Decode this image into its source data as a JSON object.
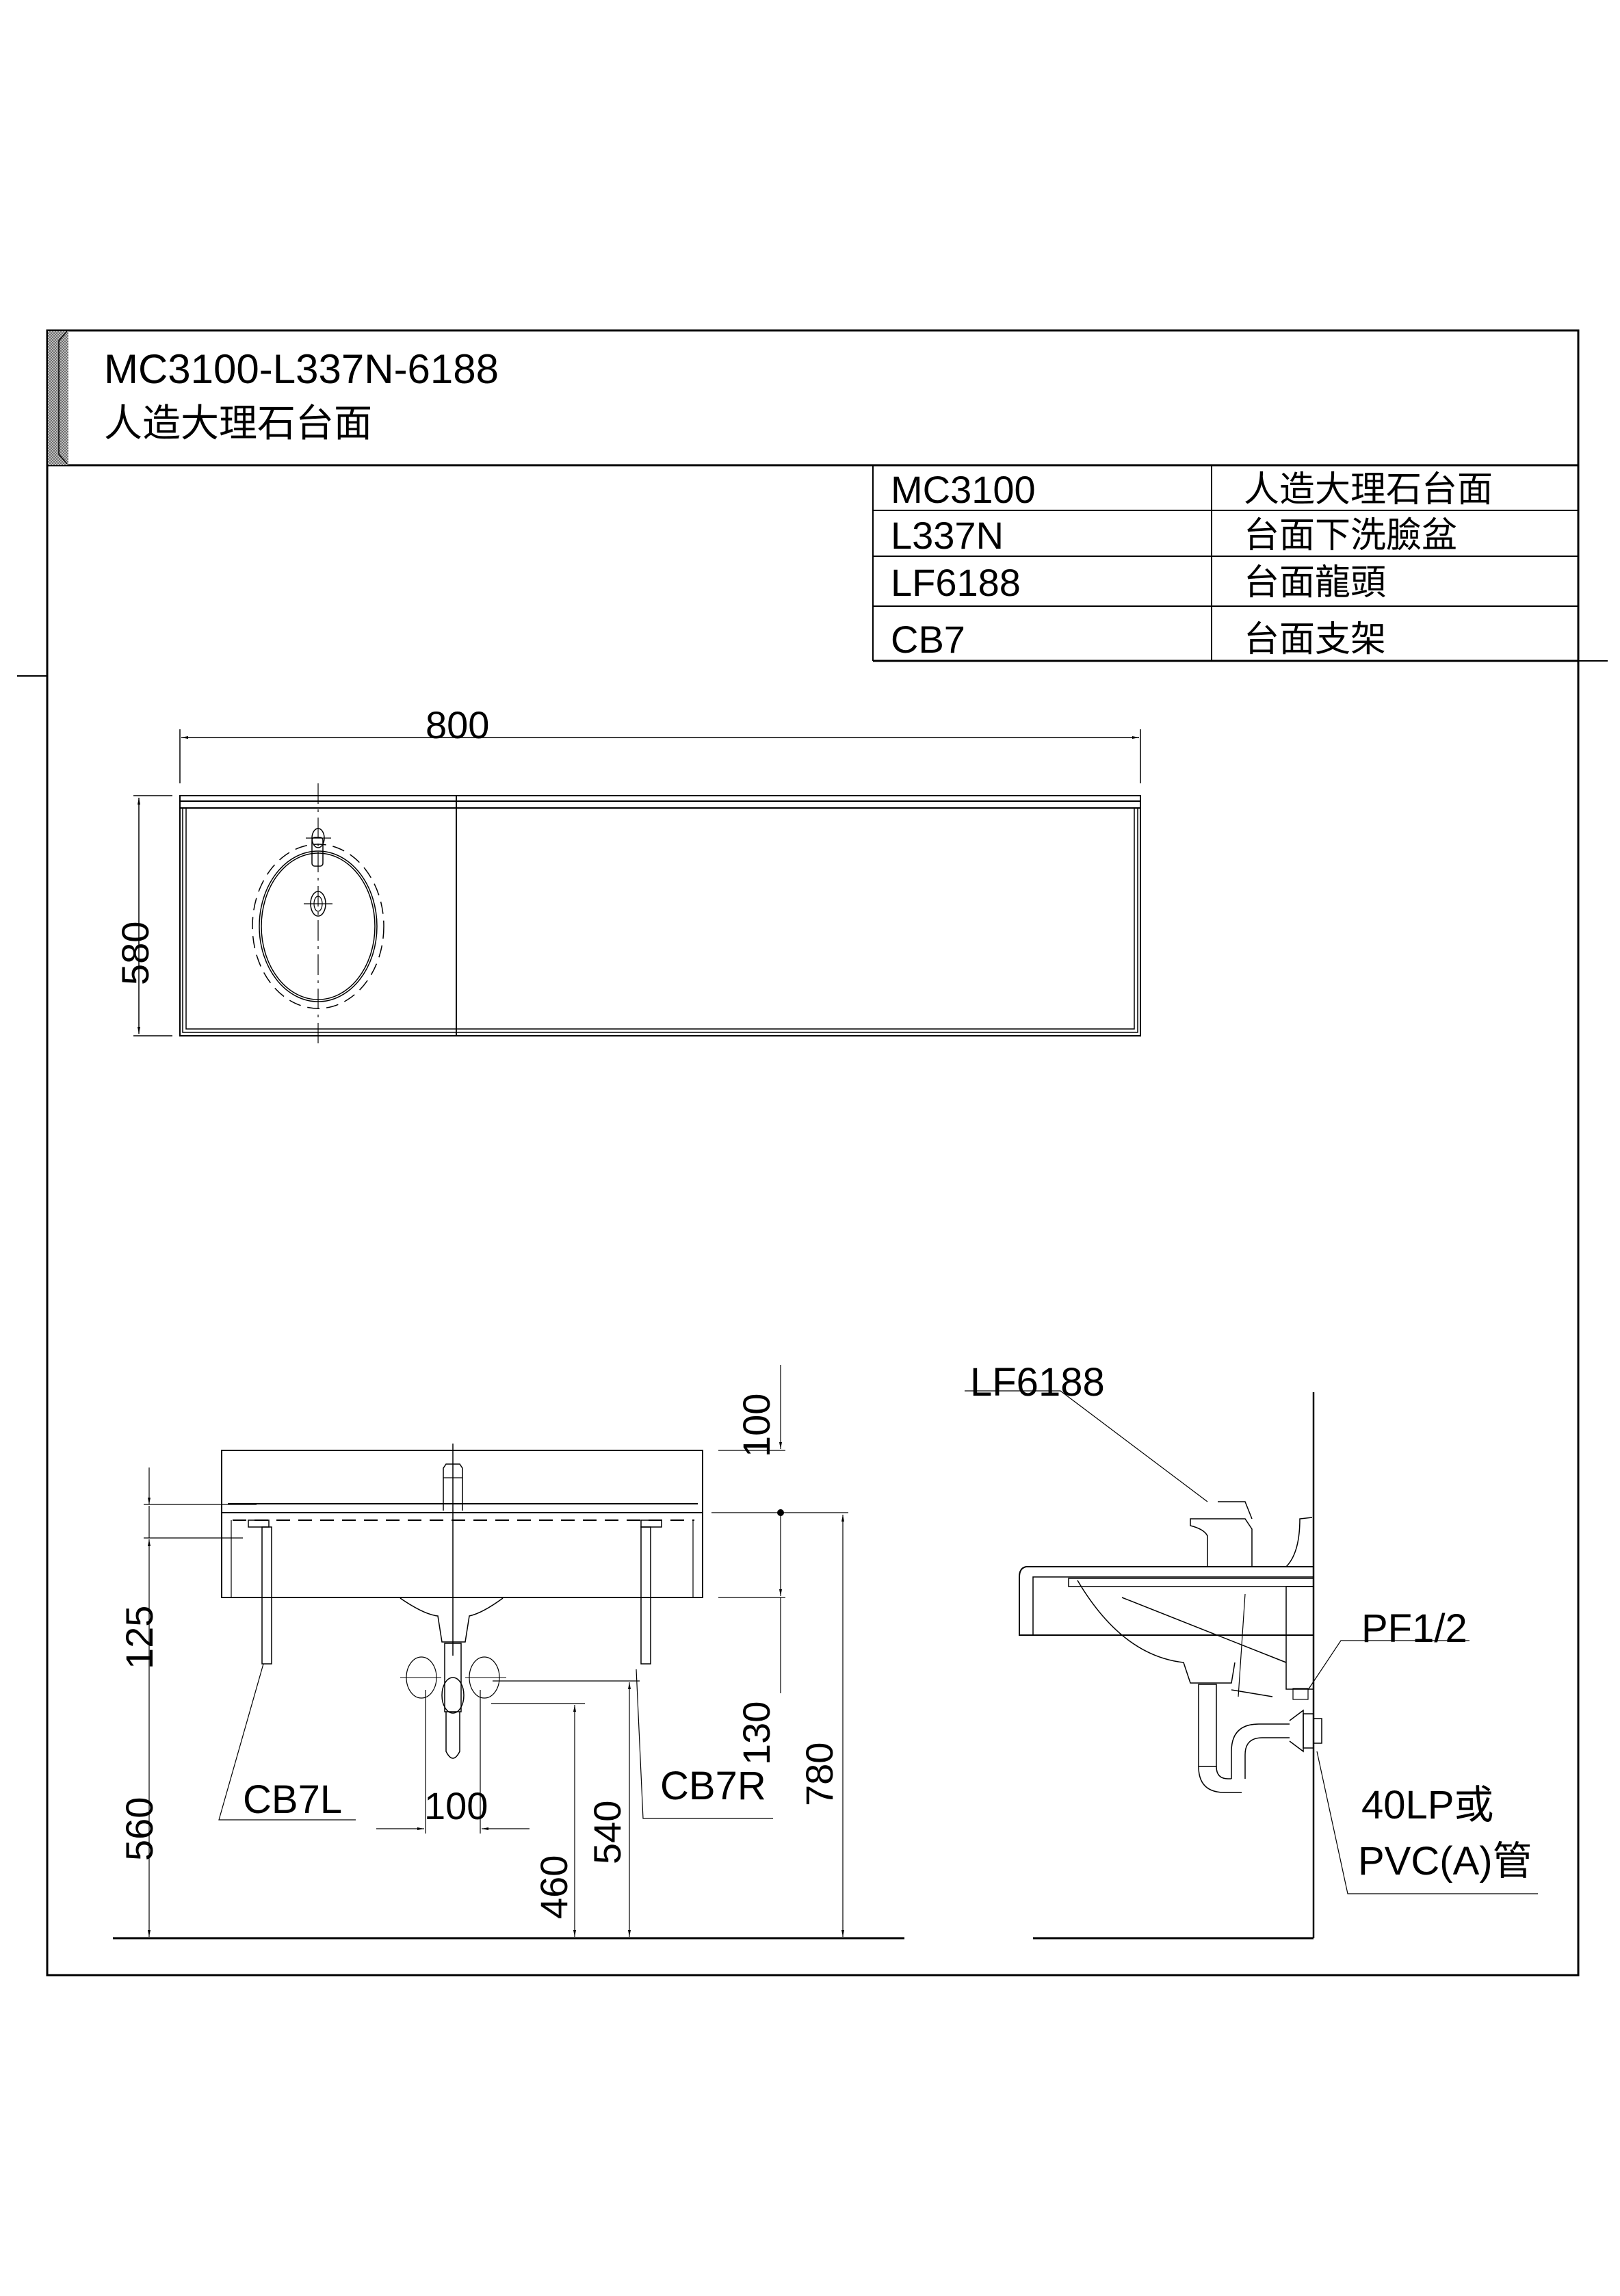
{
  "title": {
    "model": "MC3100-L337N-6188",
    "description": "人造大理石台面"
  },
  "parts_table": {
    "rows": [
      {
        "code": "MC3100",
        "name": "人造大理石台面"
      },
      {
        "code": "L337N",
        "name": "台面下洗臉盆"
      },
      {
        "code": "LF6188",
        "name": "台面龍頭"
      },
      {
        "code": "CB7",
        "name": "台面支架"
      }
    ]
  },
  "top_view": {
    "width_dim": "800",
    "depth_dim": "580"
  },
  "front_view": {
    "dim_top": "100",
    "dim_counter": "130",
    "dim_total_height": "780",
    "dim_bracket_upper": "125",
    "dim_bracket_lower": "560",
    "dim_supply_spacing": "100",
    "dim_drain_height": "460",
    "dim_supply_height": "540",
    "bracket_left_label": "CB7L",
    "bracket_right_label": "CB7R"
  },
  "side_view": {
    "faucet_label": "LF6188",
    "supply_label": "PF1/2",
    "drain_label_line1": "40LP或",
    "drain_label_line2": "PVC(A)管"
  },
  "colors": {
    "line": "#000000",
    "background": "#ffffff",
    "title_bar_hatch": "#9a9a9a"
  }
}
